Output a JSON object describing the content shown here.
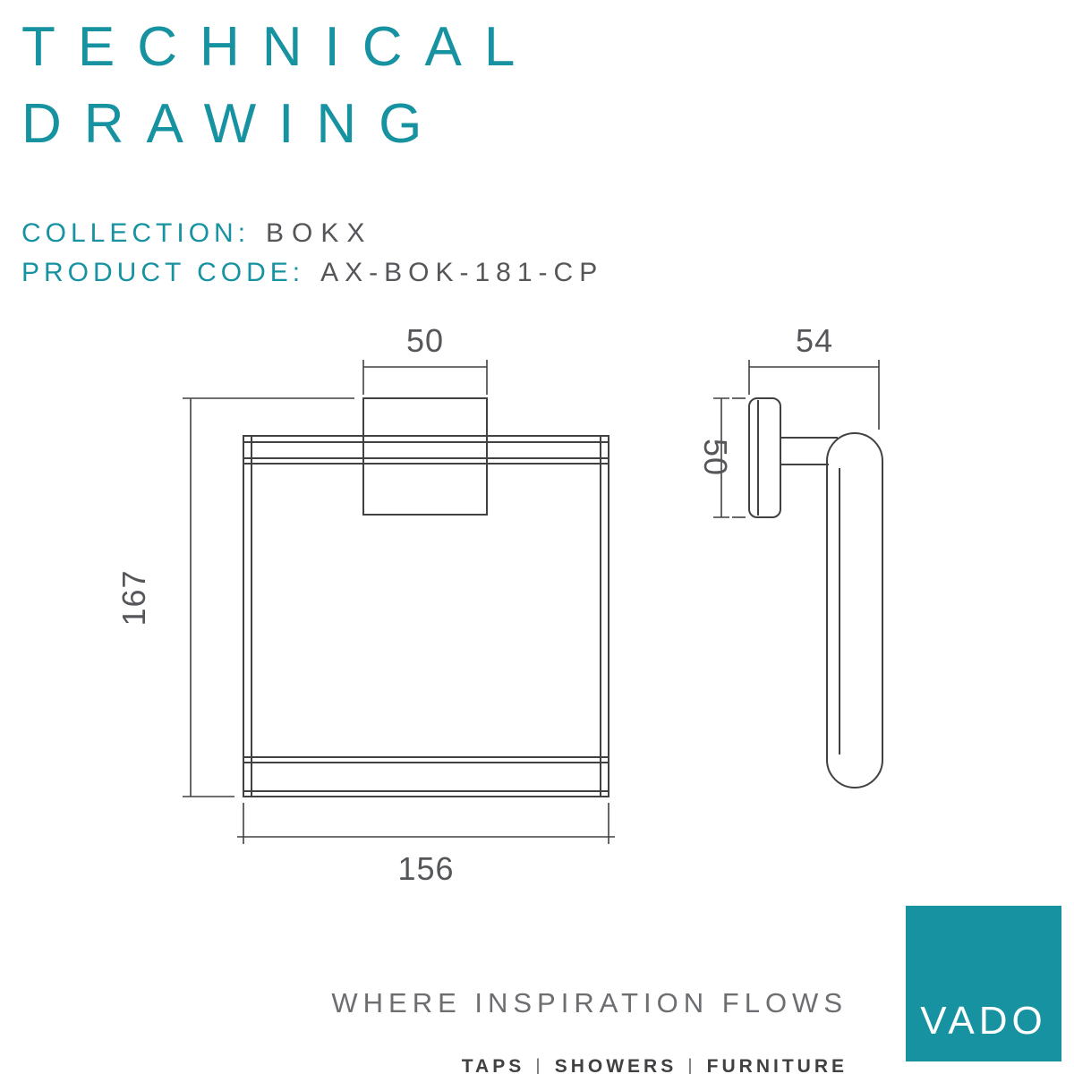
{
  "title": {
    "line1": "TECHNICAL",
    "line2": "DRAWING"
  },
  "product": {
    "collection_label": "COLLECTION:",
    "collection_value": "BOKX",
    "code_label": "PRODUCT CODE:",
    "code_value": "AX-BOK-181-CP"
  },
  "dimensions": {
    "front_plate_width": "50",
    "front_height": "167",
    "front_width": "156",
    "side_depth": "54",
    "side_plate_height": "50"
  },
  "footer": {
    "tagline": "WHERE INSPIRATION FLOWS",
    "categories": [
      "TAPS",
      "SHOWERS",
      "FURNITURE"
    ],
    "separator": "|",
    "logo_text": "VADO"
  },
  "colors": {
    "teal": "#1692A0",
    "text_dark": "#55565A",
    "drawing_line": "#414042",
    "tagline_gray": "#6D6E71"
  }
}
